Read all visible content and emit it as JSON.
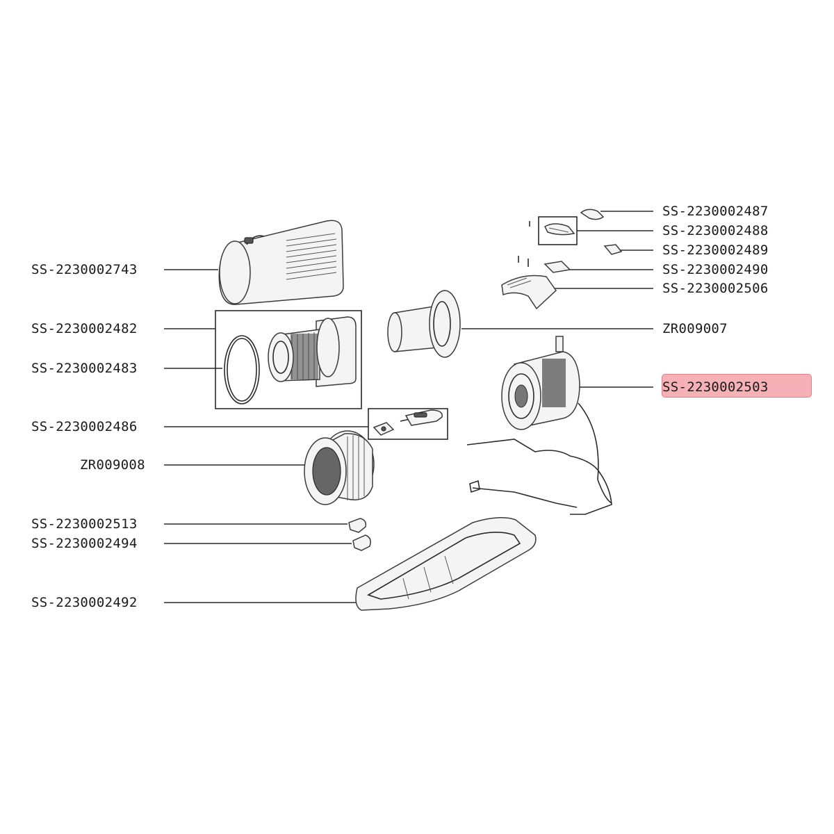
{
  "highlight_color": "#f5a4aa",
  "selected_part": "SS-2230002503",
  "parts": {
    "p2487": "SS-2230002487",
    "p2488": "SS-2230002488",
    "p2489": "SS-2230002489",
    "p2490": "SS-2230002490",
    "p2506": "SS-2230002506",
    "p2743": "SS-2230002743",
    "p2482": "SS-2230002482",
    "p2483": "SS-2230002483",
    "zr9007": "ZR009007",
    "p2503": "SS-2230002503",
    "p2486": "SS-2230002486",
    "zr9008": "ZR009008",
    "p2513": "SS-2230002513",
    "p2494": "SS-2230002494",
    "p2492": "SS-2230002492"
  }
}
